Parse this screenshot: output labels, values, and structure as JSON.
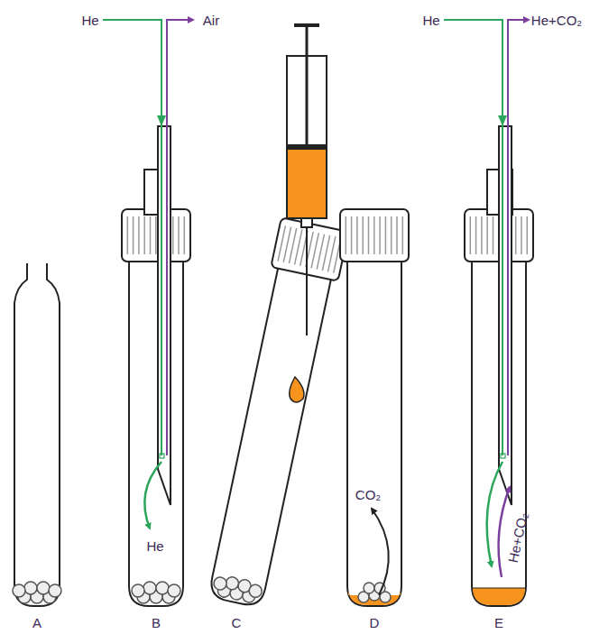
{
  "diagram": {
    "labels": [
      "He",
      "Air",
      "He",
      "He",
      "He+CO₂",
      "A",
      "B",
      "C",
      "D",
      "CO₂",
      "E",
      "He+CO₂"
    ]
  }
}
